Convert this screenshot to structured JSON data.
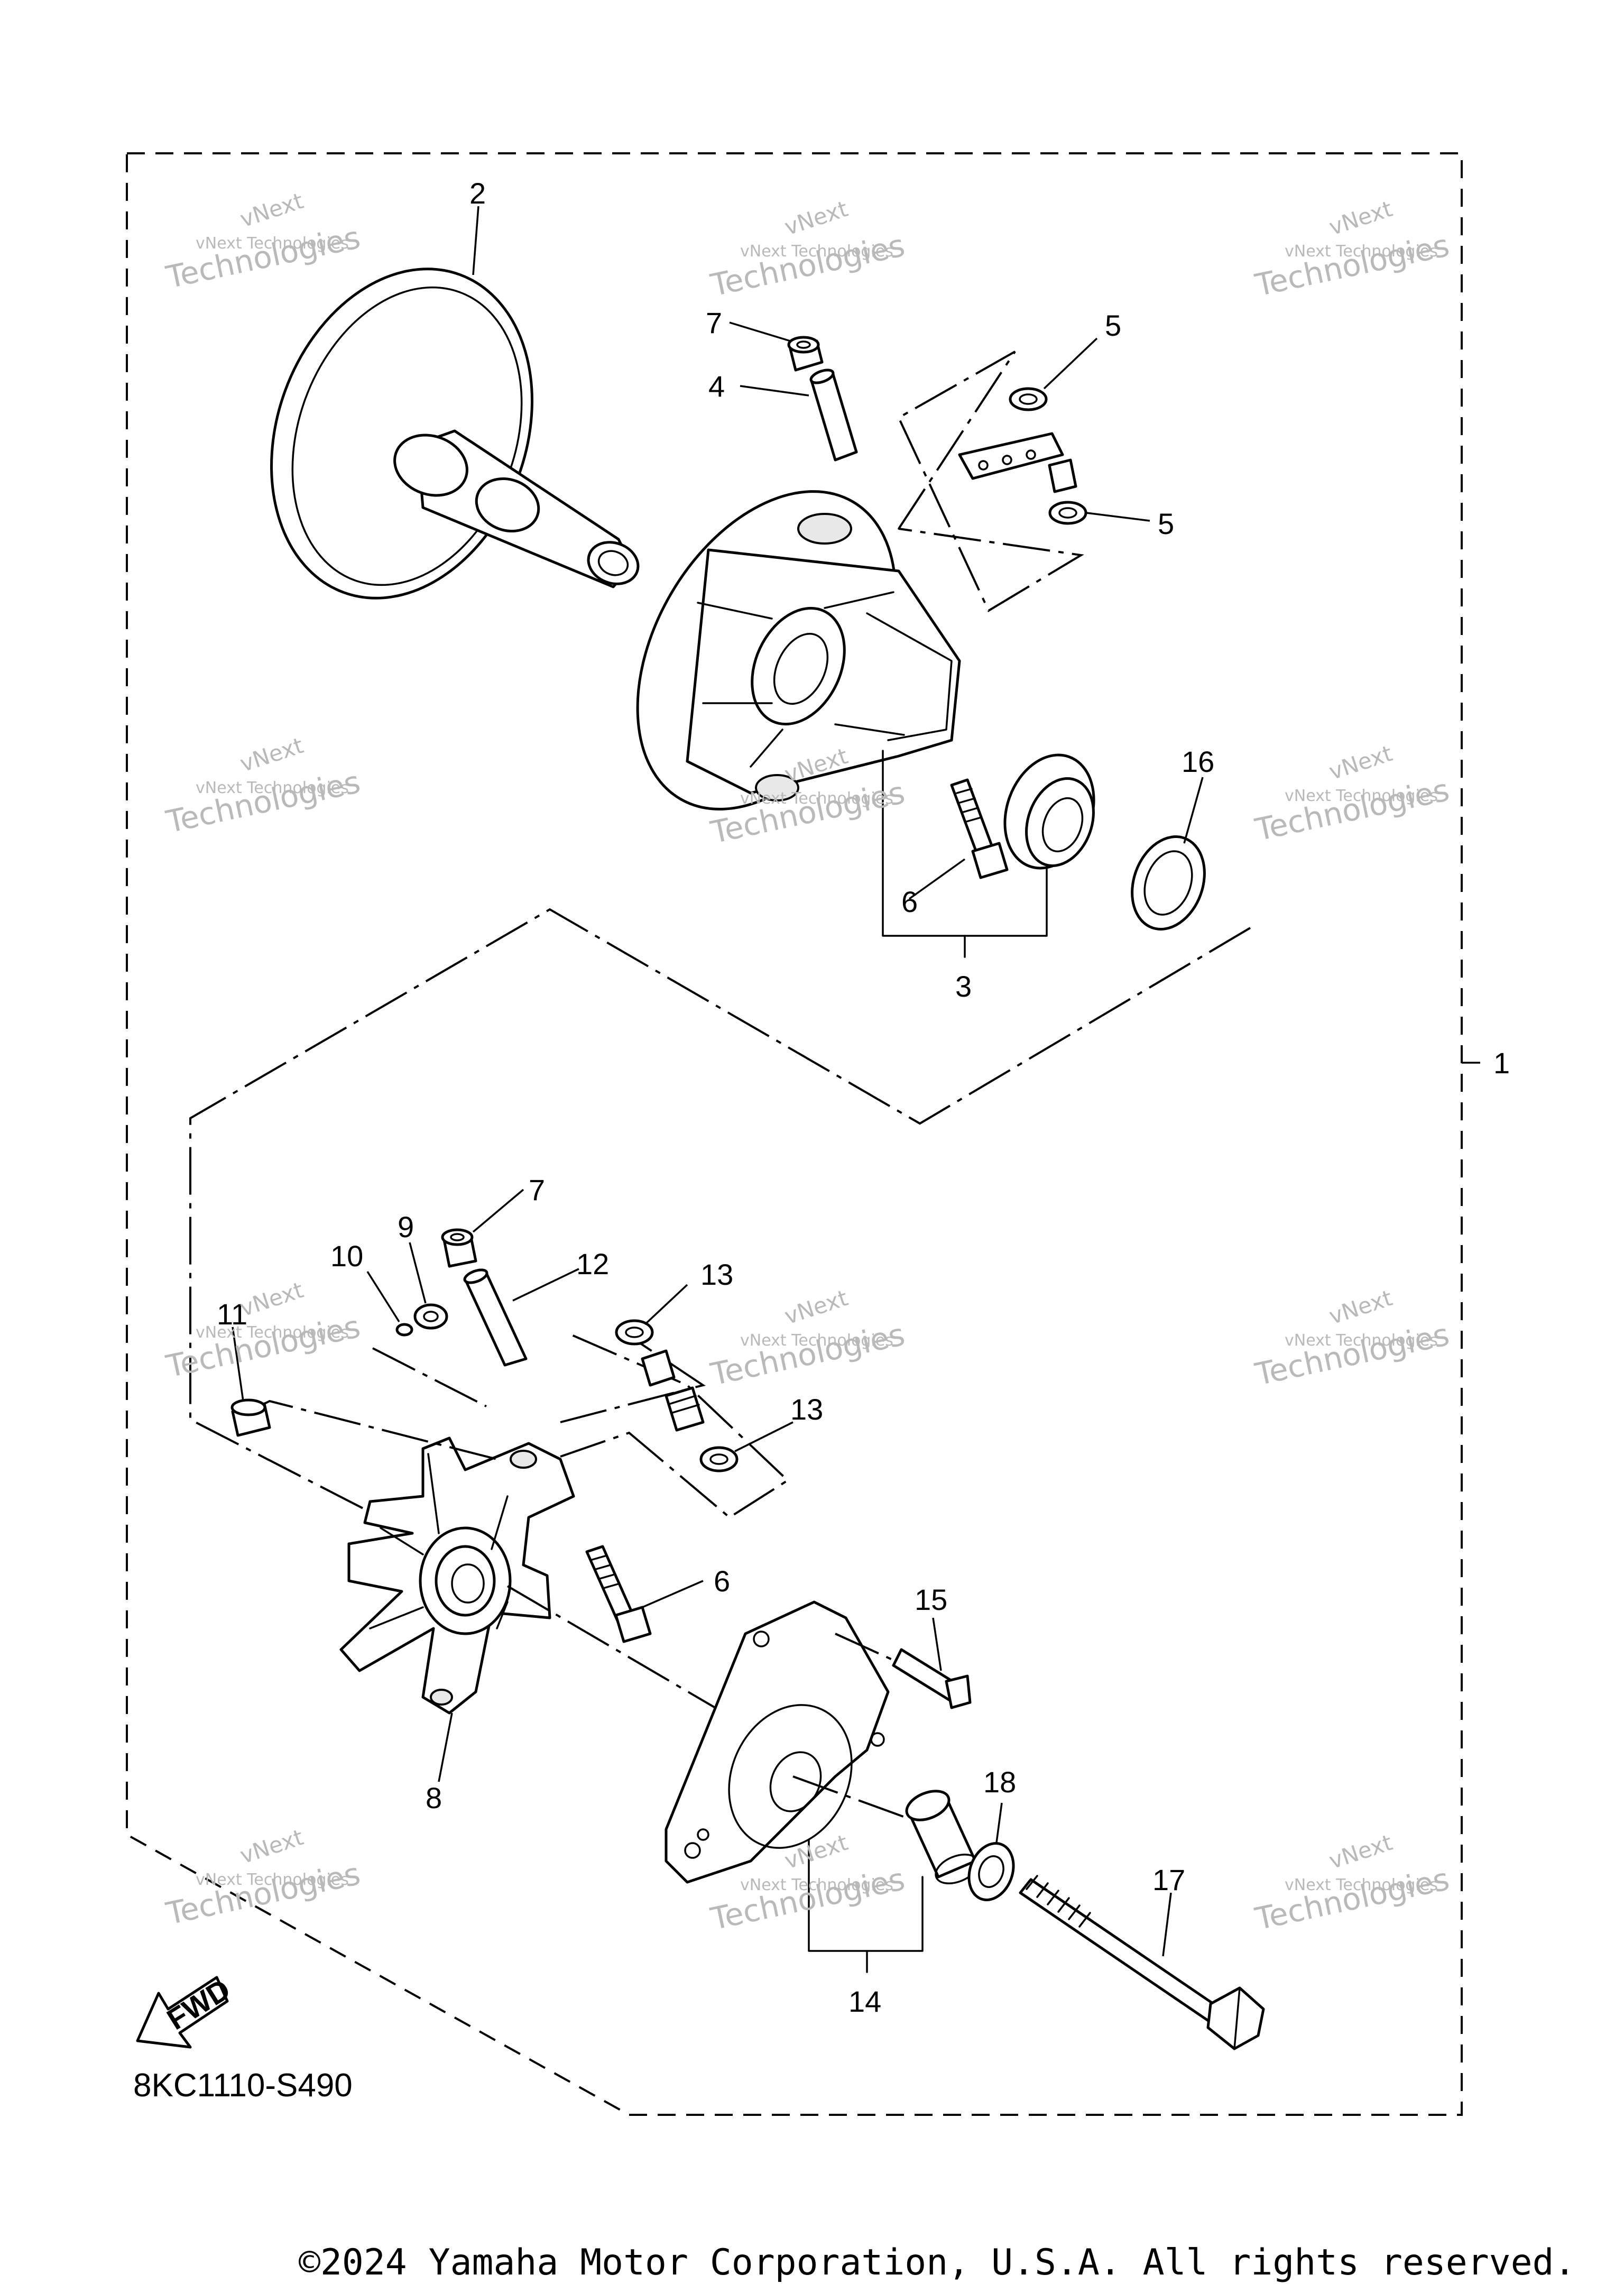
{
  "diagram": {
    "code": "8KC1110-S490",
    "fwd_label": "FWD",
    "watermark": [
      "vNext",
      "vNext Technologies",
      "Technologies"
    ],
    "callouts": [
      "1",
      "2",
      "3",
      "4",
      "5",
      "5",
      "6",
      "6",
      "7",
      "7",
      "8",
      "9",
      "10",
      "11",
      "12",
      "13",
      "13",
      "14",
      "15",
      "16",
      "17",
      "18"
    ]
  },
  "footer": {
    "copyright": "©2024 Yamaha Motor Corporation, U.S.A. All rights reserved."
  }
}
